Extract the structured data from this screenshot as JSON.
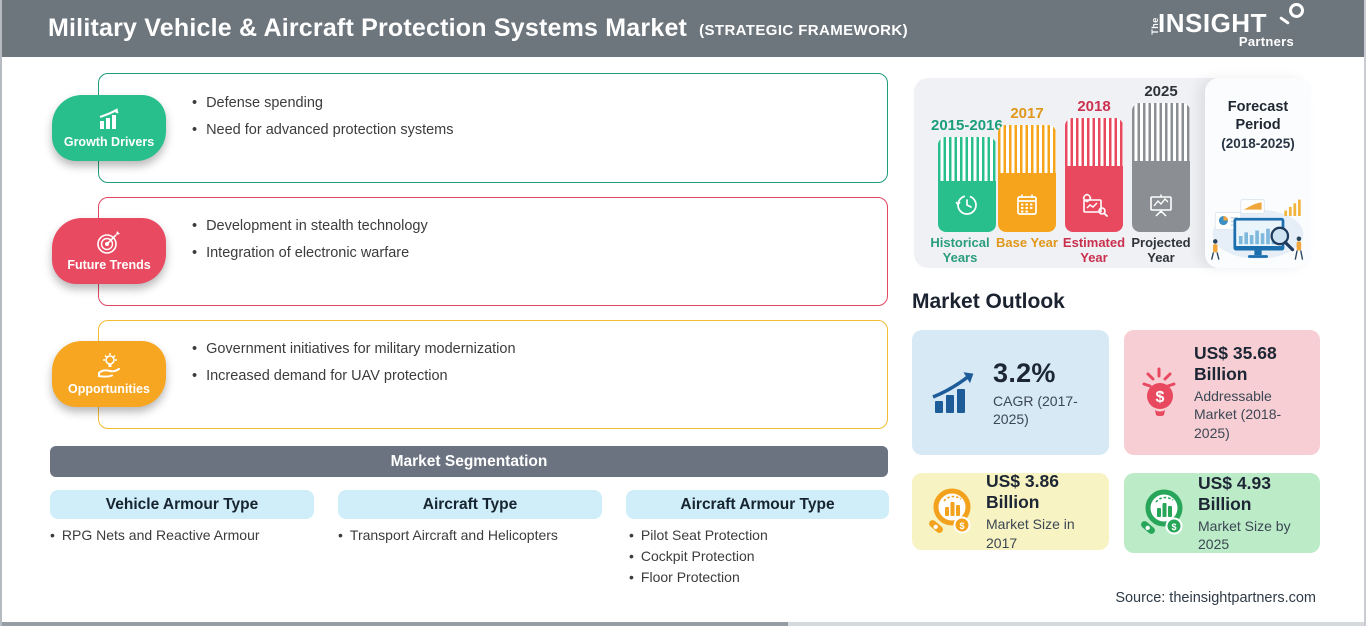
{
  "header": {
    "title": "Military Vehicle & Aircraft Protection Systems Market",
    "subtitle": "(STRATEGIC FRAMEWORK)",
    "logo": {
      "the": "The",
      "main": "INSIGHT",
      "sub": "Partners"
    }
  },
  "framework": [
    {
      "label": "Growth Drivers",
      "color": "#29bf8d",
      "border_color": "#1d9e7b",
      "icon": "bar-chart-growth-icon",
      "items": [
        "Defense spending",
        "Need for advanced protection systems"
      ]
    },
    {
      "label": "Future Trends",
      "color": "#e84b61",
      "border_color": "#e3475f",
      "icon": "target-dart-icon",
      "items": [
        "Development in stealth technology",
        "Integration of electronic warfare"
      ]
    },
    {
      "label": "Opportunities",
      "color": "#f7a622",
      "border_color": "#f2bc33",
      "icon": "bulb-hand-icon",
      "items": [
        "Government initiatives for military modernization",
        "Increased demand for UAV protection"
      ]
    }
  ],
  "segmentation": {
    "title": "Market Segmentation",
    "columns": [
      {
        "header": "Vehicle Armour Type",
        "items": [
          "RPG Nets and Reactive Armour"
        ]
      },
      {
        "header": "Aircraft Type",
        "items": [
          "Transport Aircraft and Helicopters"
        ]
      },
      {
        "header": "Aircraft Armour Type",
        "items": [
          "Pilot Seat Protection",
          "Cockpit Protection",
          "Floor Protection"
        ]
      }
    ]
  },
  "timeline": {
    "bars": [
      {
        "year": "2015-2016",
        "label": "Historical Years",
        "color": "#29bf8d",
        "icon": "clock-history-icon"
      },
      {
        "year": "2017",
        "label": "Base Year",
        "color": "#f6a41c",
        "icon": "calendar-icon"
      },
      {
        "year": "2018",
        "label": "Estimated Year",
        "color": "#e8495f",
        "icon": "estimate-gear-icon"
      },
      {
        "year": "2025",
        "label": "Projected Year",
        "color": "#8b8e92",
        "icon": "presentation-chart-icon"
      }
    ],
    "forecast": {
      "title": "Forecast Period",
      "range": "(2018-2025)"
    }
  },
  "outlook": {
    "title": "Market Outlook",
    "cards": [
      {
        "value": "3.2%",
        "desc": "CAGR (2017-2025)",
        "bg": "#d7e9f5",
        "icon": "growth-arrow-chart-icon",
        "icon_color": "#1d5b99"
      },
      {
        "value": "US$ 35.68 Billion",
        "desc": "Addressable Market (2018-2025)",
        "bg": "#f6ced4",
        "icon": "dollar-bulb-icon",
        "icon_color": "#e8495f"
      },
      {
        "value": "US$ 3.86 Billion",
        "desc": "Market Size in 2017",
        "bg": "#f7f3c2",
        "icon": "magnifier-chart-icon",
        "icon_color": "#f2a21c"
      },
      {
        "value": "US$ 4.93 Billion",
        "desc": "Market Size by 2025",
        "bg": "#bcebc8",
        "icon": "magnifier-chart-icon",
        "icon_color": "#27a65a"
      }
    ]
  },
  "source": "Source: theinsightpartners.com"
}
